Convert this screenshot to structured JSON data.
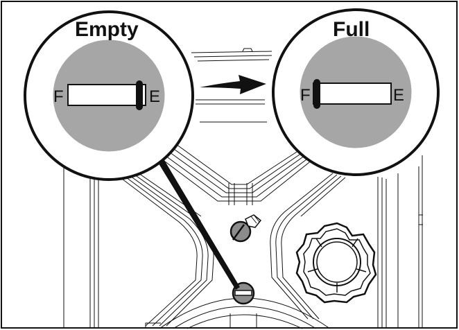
{
  "labels": {
    "empty_title": "Empty",
    "full_title": "Full",
    "gauge_f": "F",
    "gauge_e": "E"
  },
  "gauges": [
    {
      "state": "empty",
      "level": 0.0
    },
    {
      "state": "full",
      "level": 1.0
    }
  ],
  "colors": {
    "line": "#111111",
    "gauge_face": "#a6a6a6",
    "indicator_face": "#8c8c8c",
    "background": "#ffffff",
    "window": "#ffffff"
  }
}
